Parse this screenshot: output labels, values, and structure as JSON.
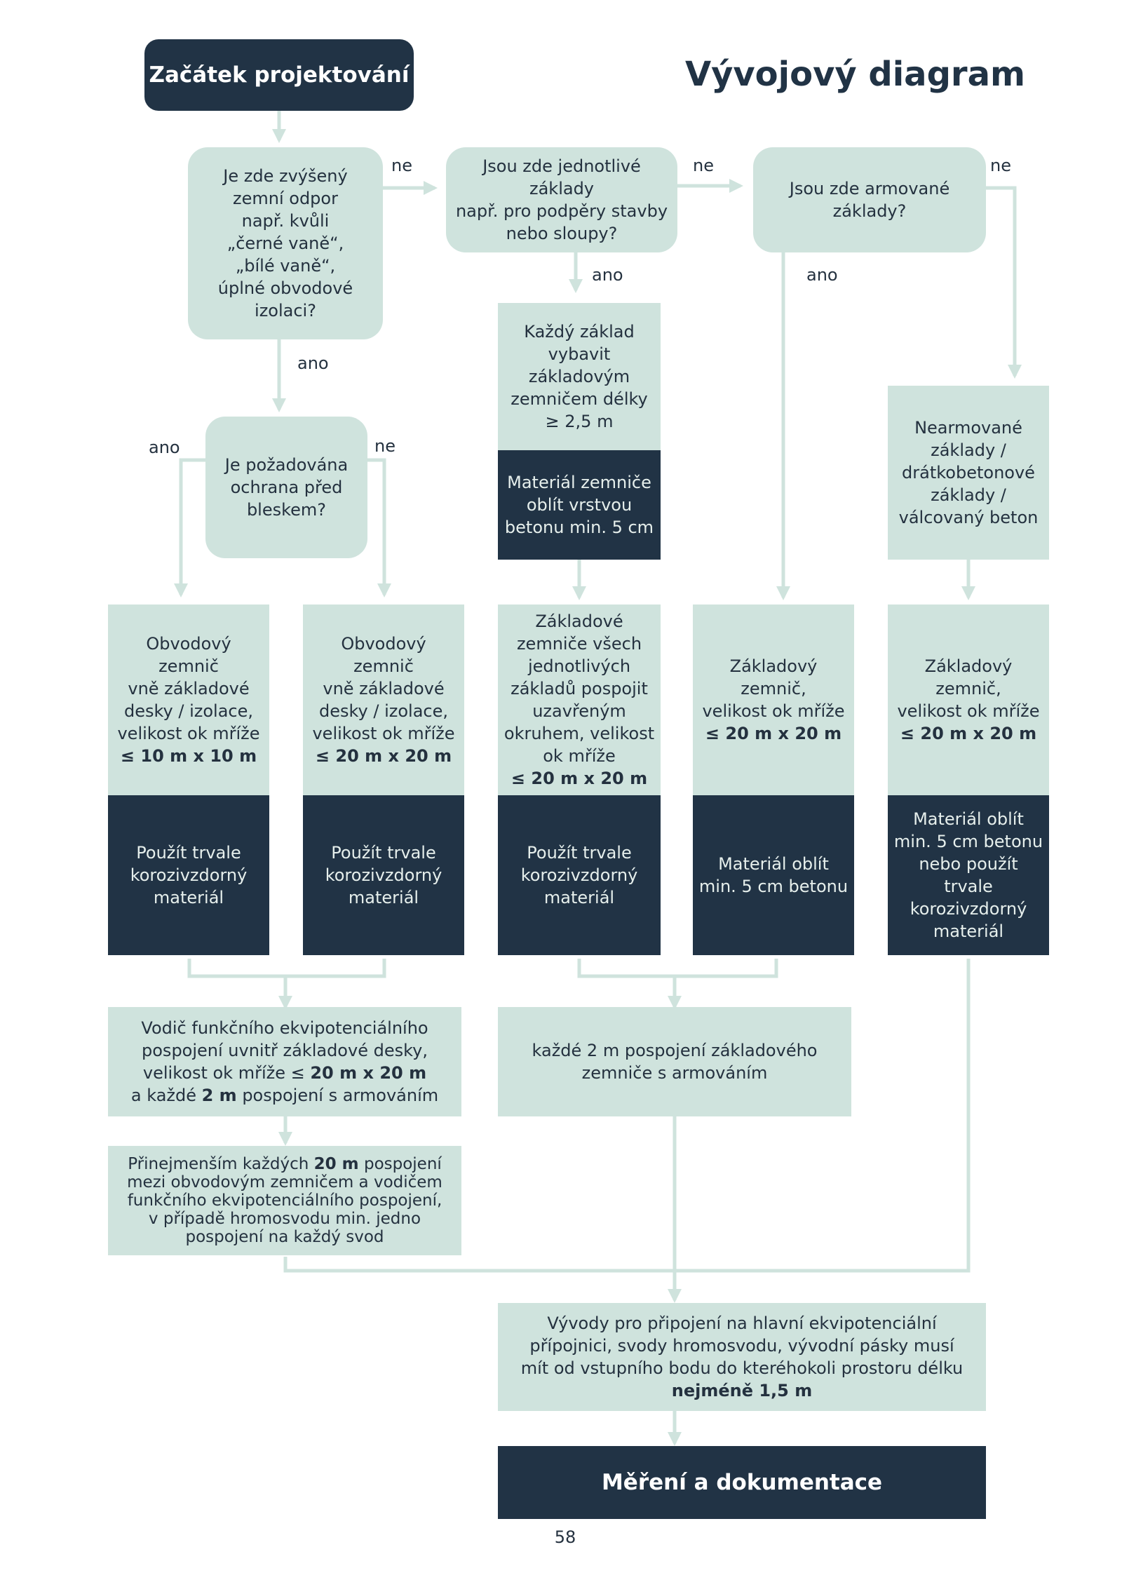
{
  "title": "Vývojový diagram",
  "start": "Začátek projektování",
  "end": "Měření a dokumentace",
  "page_number": "58",
  "colors": {
    "light": "#cfe3dd",
    "dark": "#213345",
    "connector": "#cfe3dd",
    "text": "#24313f"
  },
  "decisions": {
    "soil": [
      "Je zde zvýšený",
      "zemní odpor",
      "např. kvůli",
      "„černé vaně“,",
      "„bílé vaně“,",
      "úplné obvodové",
      "izolaci?"
    ],
    "single": [
      "Jsou zde jednotlivé základy",
      "např. pro podpěry stavby",
      "nebo sloupy?"
    ],
    "reinforced": [
      "Jsou zde armované",
      "základy?"
    ],
    "lightning": [
      "Je požadována",
      "ochrana před",
      "bleskem?"
    ]
  },
  "labels": {
    "soil_no": "ne",
    "single_no": "ne",
    "reinforced_no": "ne",
    "soil_yes": "ano",
    "single_yes": "ano",
    "reinforced_yes": "ano",
    "lightning_yes": "ano",
    "lightning_no": "ne"
  },
  "each_foundation": [
    "Každý základ",
    "vybavit základovým",
    "zemničem délky",
    "≥ 2,5 m"
  ],
  "each_foundation_material": [
    "Materiál zemniče",
    "oblít vrstvou",
    "betonu min. 5 cm"
  ],
  "unreinforced": [
    "Nearmované",
    "základy /",
    "drátkobetonové",
    "základy /",
    "válcovaný beton"
  ],
  "col1": {
    "lines": [
      "Obvodový zemnič",
      "vně základové",
      "desky / izolace,",
      "velikost ok mříže"
    ],
    "bold": "≤ 10 m x 10 m"
  },
  "col2": {
    "lines": [
      "Obvodový zemnič",
      "vně základové",
      "desky / izolace,",
      "velikost ok mříže"
    ],
    "bold": "≤ 20 m x 20 m"
  },
  "col3": {
    "lines": [
      "Základové",
      "zemniče všech",
      "jednotlivých",
      "základů pospojit",
      "uzavřeným",
      "okruhem, velikost",
      "ok mříže"
    ],
    "bold": "≤ 20 m x 20 m"
  },
  "col4": {
    "lines": [
      "Základový zemnič,",
      "velikost ok mříže"
    ],
    "bold": "≤ 20 m x 20 m"
  },
  "col5": {
    "lines": [
      "Základový zemnič,",
      "velikost ok mříže"
    ],
    "bold": "≤ 20 m x 20 m"
  },
  "mat1": [
    "Použít trvale",
    "korozivzdorný",
    "materiál"
  ],
  "mat2": [
    "Použít trvale",
    "korozivzdorný",
    "materiál"
  ],
  "mat3": [
    "Použít trvale",
    "korozivzdorný",
    "materiál"
  ],
  "mat4": [
    "Materiál oblít",
    "min. 5 cm betonu"
  ],
  "mat5": [
    "Materiál oblít",
    "min. 5 cm betonu",
    "nebo použít trvale",
    "korozivzdorný",
    "materiál"
  ],
  "equip": {
    "l1": "Vodič funkčního ekvipotenciálního",
    "l2": "pospojení uvnitř základové desky,",
    "l3_pre": "velikost ok mříže ≤ ",
    "l3_bold": "20 m x 20 m",
    "l4_pre": "a každé ",
    "l4_bold": "2 m",
    "l4_post": " pospojení s armováním"
  },
  "every2m": [
    "každé 2 m pospojení základového",
    "zemniče s armováním"
  ],
  "atleast": {
    "l1_pre": "Přinejmenším každých ",
    "l1_bold": "20 m",
    "l1_post": " pospojení",
    "l2": "mezi obvodovým zemničem a vodičem",
    "l3": "funkčního ekvipotenciálního pospojení,",
    "l4": "v případě hromosvodu min. jedno",
    "l5": "pospojení na každý svod"
  },
  "outputs": {
    "l1": "Vývody pro připojení na hlavní ekvipotenciální",
    "l2": "přípojnici, svody hromosvodu, vývodní pásky musí",
    "l3": "mít od vstupního bodu do kteréhokoli prostoru délku",
    "bold": "nejméně 1,5 m"
  }
}
